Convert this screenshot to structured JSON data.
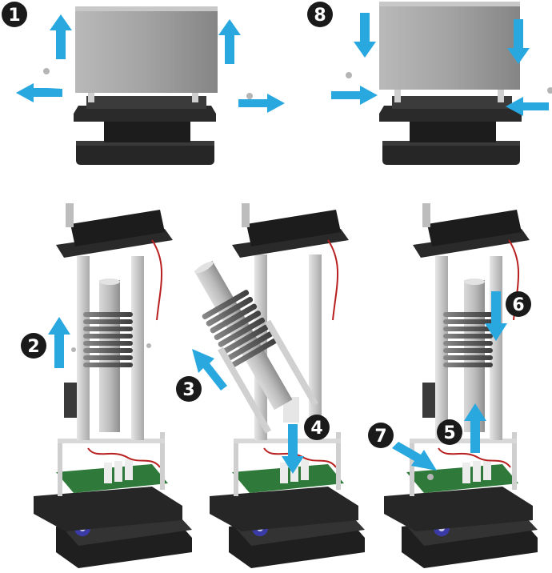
{
  "colors": {
    "arrow": "#29a8e0",
    "badge": "#1a1a1a",
    "badge_text": "#ffffff",
    "housing": "#9c9c9c",
    "base": "#1e1e1e",
    "frame": "#c9c9c9",
    "pcb": "#2f7a3a",
    "fin": "#6a6a6a"
  },
  "steps": {
    "s1": "1",
    "s2": "2",
    "s3": "3",
    "s4": "4",
    "s5": "5",
    "s6": "6",
    "s7": "7",
    "s8": "8"
  }
}
